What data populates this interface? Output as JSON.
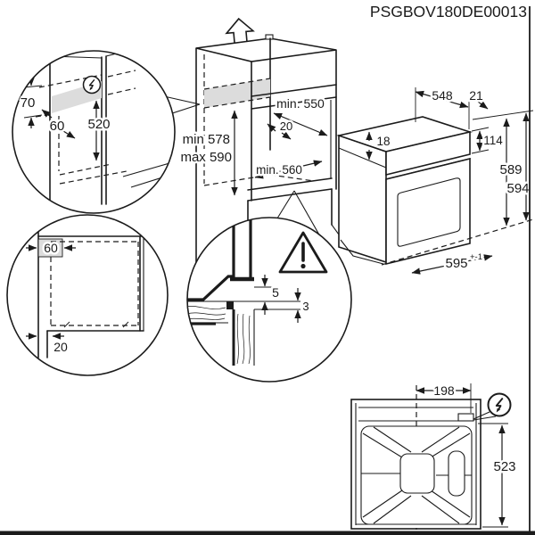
{
  "doc_code": "PSGBOV180DE00013",
  "colors": {
    "line": "#1b1b1b",
    "shade": "#dcdcdc",
    "background": "#ffffff"
  },
  "icons": [
    "up-arrow",
    "power-supply-bolt",
    "warning-triangle"
  ],
  "cabinet": {
    "depth_top": "min. 550",
    "rear_gap": "20",
    "height_min": "min 578",
    "height_max": "max 590",
    "depth_bottom": "min. 560"
  },
  "oven": {
    "depth": "548",
    "front_offset": "21",
    "top_clearance": "18",
    "panel_height": "114",
    "height_rear": "589",
    "height_front": "594",
    "width": "595",
    "width_tolerance": "+-1"
  },
  "electrical_detail": {
    "zone_height": "70",
    "zone_depth": "60",
    "height_below_zone": "520"
  },
  "front_detail": {
    "zone_width": "60",
    "shelf_setback": "20"
  },
  "section_detail": {
    "front_gap": "5",
    "panel_overlap": "3"
  },
  "back_view": {
    "terminal_offset": "198",
    "cable_drop": "523"
  }
}
